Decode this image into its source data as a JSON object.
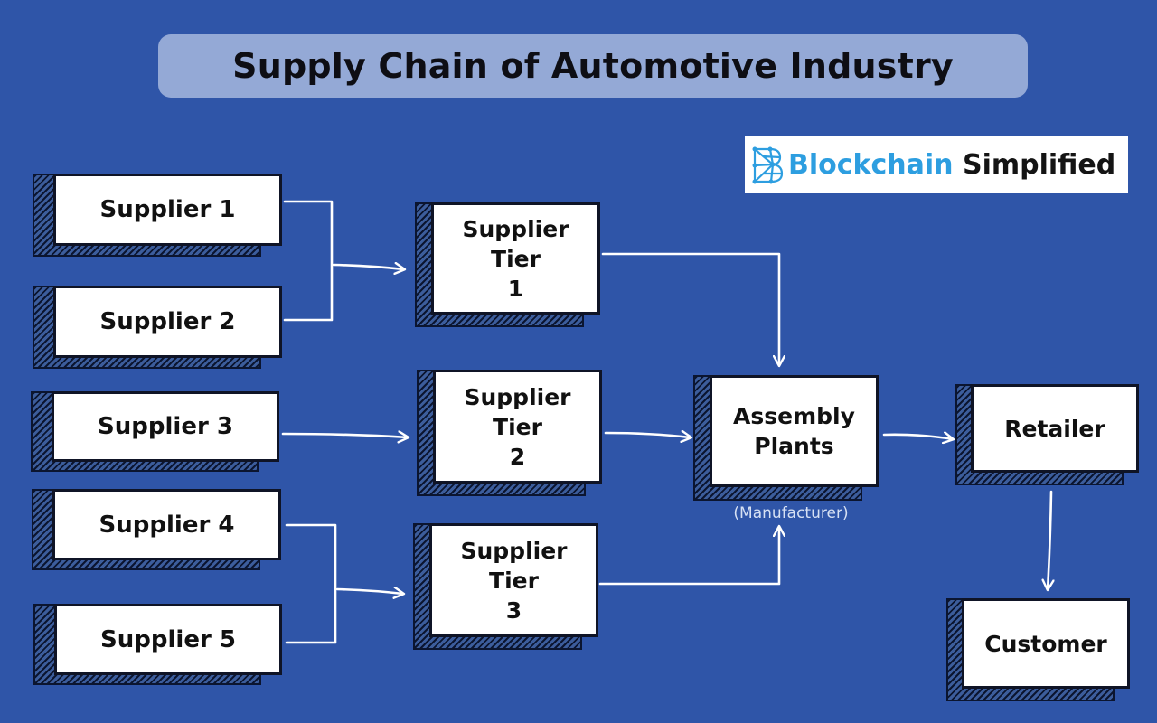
{
  "title": "Supply Chain of Automotive Industry",
  "logo": {
    "part1": "Blockchain",
    "part2": "Simplified"
  },
  "nodes": {
    "supplier_1": "Supplier 1",
    "supplier_2": "Supplier 2",
    "supplier_3": "Supplier 3",
    "supplier_4": "Supplier 4",
    "supplier_5": "Supplier 5",
    "tier_1": "Supplier\nTier\n1",
    "tier_2": "Supplier\nTier\n2",
    "tier_3": "Supplier\nTier\n3",
    "assembly": "Assembly\nPlants",
    "retailer": "Retailer",
    "customer": "Customer"
  },
  "assembly_note": "(Manufacturer)",
  "colors": {
    "background": "#2f55a8",
    "title_bar": "#94a9d6",
    "box_fill": "#ffffff",
    "box_border": "#0f1426",
    "box_shadow": "#1a2b55",
    "arrow": "#ffffff",
    "logo_blue": "#2d9ee0"
  }
}
